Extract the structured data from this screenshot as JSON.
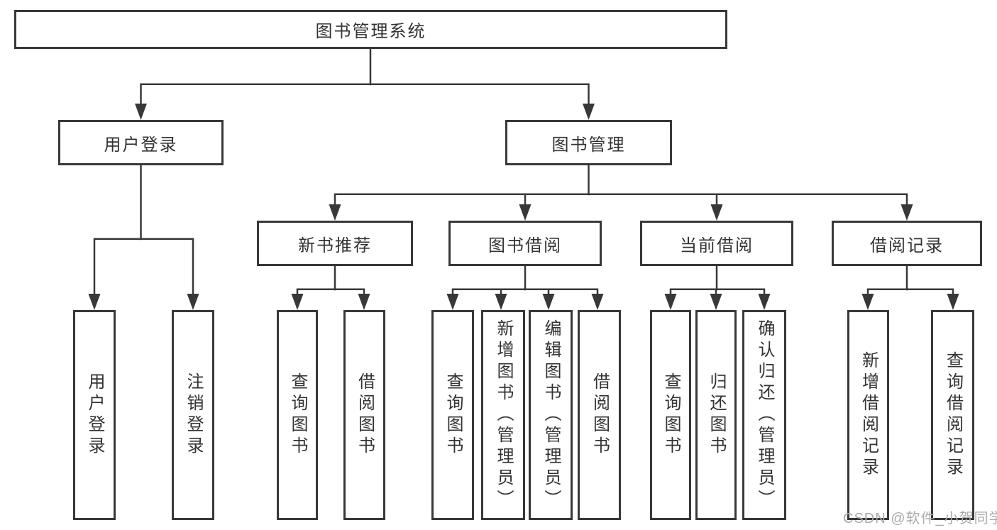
{
  "colors": {
    "line": "#383838",
    "box_border": "#383838",
    "box_fill": "#ffffff",
    "text": "#333333",
    "watermark": "#ababab",
    "background": "#ffffff"
  },
  "watermark": {
    "text": "CSDN @软件_小贺同学"
  },
  "tree": {
    "root": {
      "label": "图书管理系统"
    },
    "branches": [
      {
        "label": "用户登录",
        "children": [
          {
            "label": "用户登录"
          },
          {
            "label": "注销登录"
          }
        ]
      },
      {
        "label": "图书管理",
        "children": [
          {
            "label": "新书推荐",
            "children": [
              {
                "label": "查询图书"
              },
              {
                "label": "借阅图书"
              }
            ]
          },
          {
            "label": "图书借阅",
            "children": [
              {
                "label": "查询图书"
              },
              {
                "label": "新增图书（管理员）"
              },
              {
                "label": "编辑图书（管理员）"
              },
              {
                "label": "借阅图书"
              }
            ]
          },
          {
            "label": "当前借阅",
            "children": [
              {
                "label": "查询图书"
              },
              {
                "label": "归还图书"
              },
              {
                "label": "确认归还（管理员）"
              }
            ]
          },
          {
            "label": "借阅记录",
            "children": [
              {
                "label": "新增借阅记录"
              },
              {
                "label": "查询借阅记录"
              }
            ]
          }
        ]
      }
    ]
  }
}
